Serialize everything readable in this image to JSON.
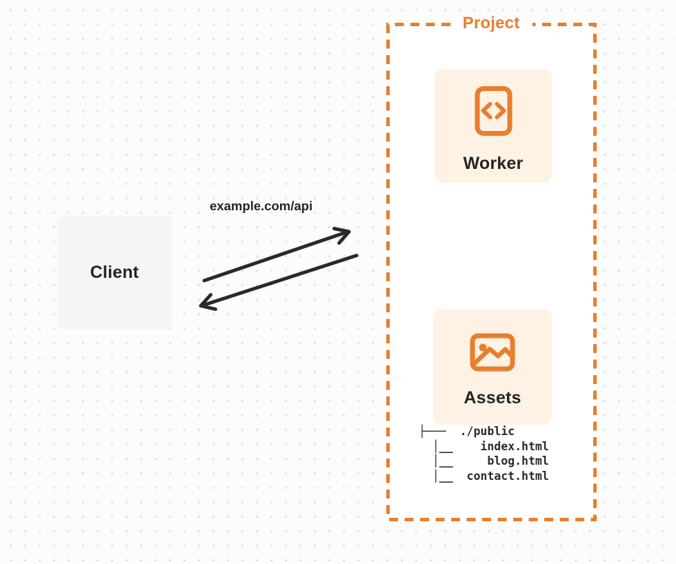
{
  "colors": {
    "accent_orange": "#E87E2D",
    "card_fill": "#FDF2E4",
    "client_fill": "#F5F5F5",
    "ink": "#262422",
    "dot_grid": "#E3E3E3",
    "page_background": "#FCFCFC",
    "project_background": "#FFFFFF"
  },
  "client_box": {
    "label": "Client"
  },
  "request_arrow": {
    "label": "example.com/api",
    "direction": "client-to-project"
  },
  "response_arrow": {
    "direction": "project-to-client"
  },
  "project": {
    "label": "Project",
    "worker_card": {
      "label": "Worker",
      "icon": "code-document-icon"
    },
    "assets_card": {
      "label": "Assets",
      "icon": "image-icon"
    },
    "file_tree": {
      "lines": [
        "├───  ./public",
        "  │__    index.html",
        "  │__     blog.html",
        "  │__  contact.html"
      ]
    }
  }
}
